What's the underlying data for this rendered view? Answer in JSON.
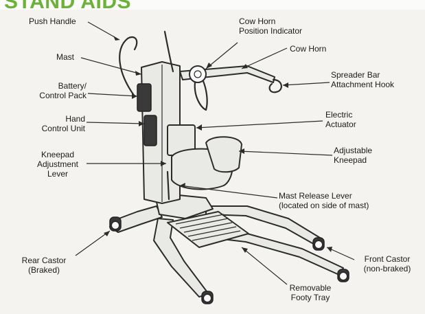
{
  "title": "STAND AIDS",
  "labels": {
    "push_handle": "Push Handle",
    "mast": "Mast",
    "battery_pack": "Battery/\nControl Pack",
    "hand_control": "Hand\nControl Unit",
    "kneepad_lever": "Kneepad\nAdjustment\nLever",
    "rear_castor": "Rear Castor\n(Braked)",
    "cow_horn_indicator": "Cow Horn\nPosition Indicator",
    "cow_horn": "Cow Horn",
    "spreader_hook": "Spreader Bar\nAttachment Hook",
    "electric_actuator": "Electric\nActuator",
    "adjustable_kneepad": "Adjustable\nKneepad",
    "mast_release": "Mast Release Lever\n(located on side of mast)",
    "front_castor": "Front Castor\n(non-braked)",
    "footy_tray": "Removable\nFooty Tray"
  },
  "colors": {
    "title": "#6bb13a",
    "ink": "#2b2b2b",
    "paper": "#f4f3ef"
  }
}
